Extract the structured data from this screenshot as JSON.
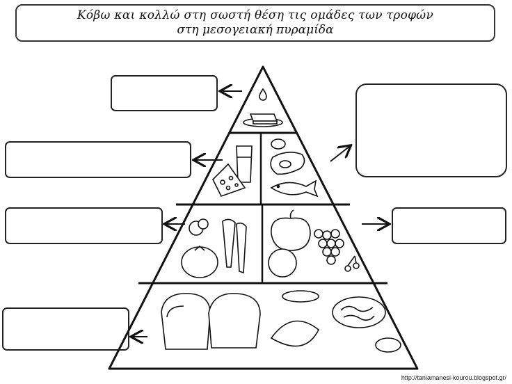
{
  "title": {
    "line1": "Κόβω και κολλώ στη σωστή θέση τις ομάδες των τροφών",
    "line2": "στη μεσογειακή πυραμίδα"
  },
  "credit": "http://taniamanesi-kourou.blogspot.gr/",
  "empty_label_boxes": 6,
  "pyramid_levels": [
    {
      "level": 1,
      "foods": [
        "oil-drop",
        "butter"
      ]
    },
    {
      "level": 2,
      "foods": [
        "milk-glass",
        "cheese",
        "egg",
        "meat",
        "fish"
      ]
    },
    {
      "level": 3,
      "foods": [
        "broccoli",
        "carrot",
        "tomato",
        "apple",
        "orange",
        "grapes",
        "cherries"
      ]
    },
    {
      "level": 4,
      "foods": [
        "bread",
        "pickle",
        "pasta",
        "bowl"
      ]
    }
  ]
}
